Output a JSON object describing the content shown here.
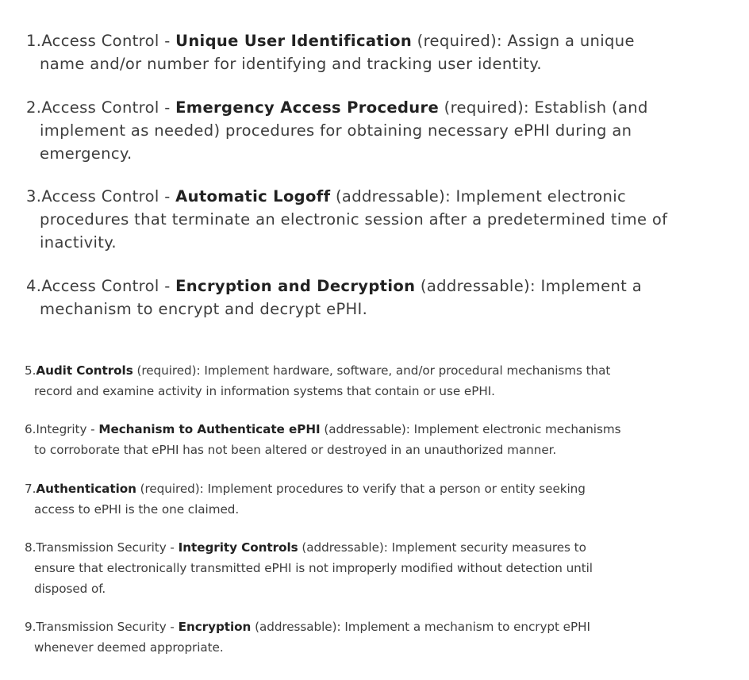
{
  "items": [
    {
      "number": "1.",
      "prefix": "Access Control - ",
      "title": "Unique User Identification",
      "line1_rest": " (required): Assign a unique",
      "line2": "name and/or number for identifying and tracking user identity."
    },
    {
      "number": "2.",
      "prefix": "Access Control - ",
      "title": "Emergency Access Procedure",
      "line1_rest": " (required): Establish (and",
      "line2": "implement as needed) procedures for obtaining necessary ePHI during an",
      "line3": "emergency."
    },
    {
      "number": "3.",
      "prefix": "Access Control - ",
      "title": "Automatic Logoff",
      "line1_rest": " (addressable): Implement electronic",
      "line2": "procedures that terminate an electronic session after a predetermined time of",
      "line3": "inactivity."
    },
    {
      "number": "4.",
      "prefix": "Access Control - ",
      "title": "Encryption and Decryption",
      "line1_rest": " (addressable): Implement a",
      "line2": "mechanism to encrypt and decrypt ePHI."
    },
    {
      "number": "5.",
      "prefix": "",
      "title": "Audit Controls",
      "line1_rest": " (required): Implement hardware, software, and/or procedural mechanisms that",
      "line2": "record and examine activity in information systems that contain or use ePHI."
    },
    {
      "number": "6.",
      "prefix": "Integrity - ",
      "title": "Mechanism to Authenticate ePHI",
      "line1_rest": " (addressable): Implement electronic mechanisms",
      "line2": "to corroborate that ePHI has not been altered or destroyed in an unauthorized manner."
    },
    {
      "number": "7.",
      "prefix": "",
      "title": "Authentication",
      "line1_rest": " (required): Implement procedures to verify that a person or entity seeking",
      "line2": "access to ePHI is the one claimed."
    },
    {
      "number": "8.",
      "prefix": "Transmission Security - ",
      "title": "Integrity Controls",
      "line1_rest": " (addressable): Implement security measures to",
      "line2": "ensure that electronically transmitted ePHI is not improperly modified without detection until",
      "line3": "disposed of."
    },
    {
      "number": "9.",
      "prefix": "Transmission Security - ",
      "title": "Encryption",
      "line1_rest": " (addressable): Implement a mechanism to encrypt ePHI",
      "line2": "whenever deemed appropriate."
    }
  ]
}
